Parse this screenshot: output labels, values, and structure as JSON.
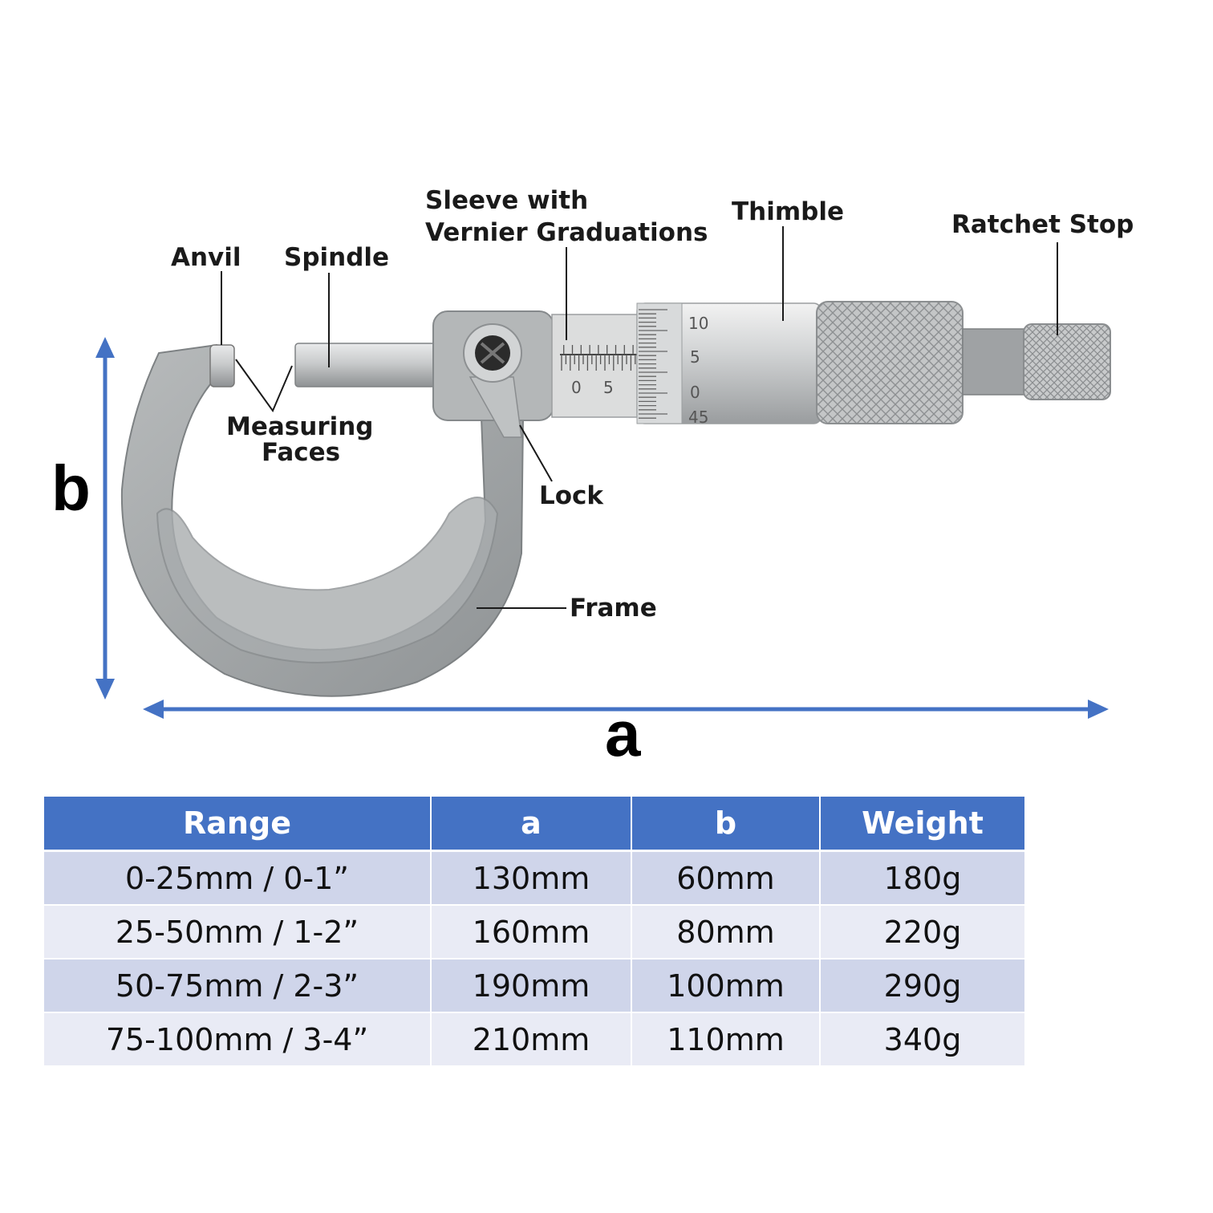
{
  "diagram": {
    "parts": {
      "anvil": "Anvil",
      "spindle": "Spindle",
      "sleeve_line1": "Sleeve with",
      "sleeve_line2": "Vernier Graduations",
      "thimble": "Thimble",
      "ratchet_stop": "Ratchet Stop",
      "measuring_line1": "Measuring",
      "measuring_line2": "Faces",
      "lock": "Lock",
      "frame": "Frame"
    },
    "dimensions": {
      "a": "a",
      "b": "b"
    },
    "sleeve_scale": [
      "0",
      "5"
    ],
    "thimble_scale": [
      "10",
      "5",
      "0",
      "45"
    ],
    "colors": {
      "arrow": "#4472c4",
      "frame": "#a6aaac",
      "metal": "#c8cacb"
    }
  },
  "table": {
    "header_color": "#4472c4",
    "row_color_dark": "#cfd5ea",
    "row_color_light": "#e9ebf5",
    "headers": [
      "Range",
      "a",
      "b",
      "Weight"
    ],
    "rows": [
      [
        "0-25mm / 0-1”",
        "130mm",
        "60mm",
        "180g"
      ],
      [
        "25-50mm / 1-2”",
        "160mm",
        "80mm",
        "220g"
      ],
      [
        "50-75mm / 2-3”",
        "190mm",
        "100mm",
        "290g"
      ],
      [
        "75-100mm / 3-4”",
        "210mm",
        "110mm",
        "340g"
      ]
    ]
  }
}
